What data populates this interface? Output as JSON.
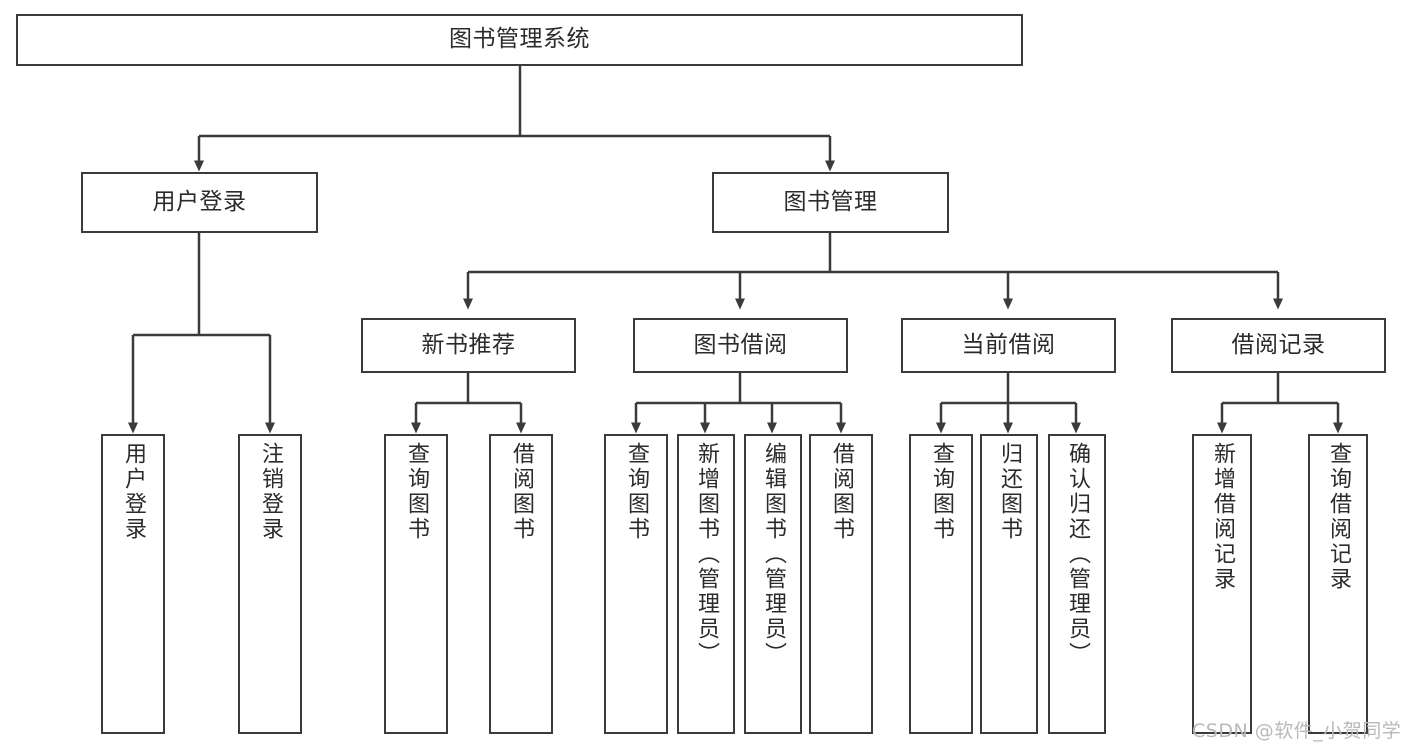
{
  "diagram": {
    "title": "图书管理系统",
    "type": "hierarchy-tree",
    "colors": {
      "box_border": "#3b3b3b",
      "box_fill": "#ffffff",
      "text": "#2b2b2b",
      "edge": "#3b3b3b",
      "watermark": "#b9b9b9",
      "background": "#ffffff"
    },
    "watermark": "CSDN @软件_小贺同学",
    "nodes": {
      "root": {
        "label": "图书管理系统",
        "level": 0
      },
      "level1": [
        {
          "id": "user-login",
          "label": "用户登录"
        },
        {
          "id": "book-manage",
          "label": "图书管理"
        }
      ],
      "level2": [
        {
          "id": "new-book-recommend",
          "label": "新书推荐",
          "parent": "book-manage"
        },
        {
          "id": "book-borrow",
          "label": "图书借阅",
          "parent": "book-manage"
        },
        {
          "id": "current-borrow",
          "label": "当前借阅",
          "parent": "book-manage"
        },
        {
          "id": "borrow-record",
          "label": "借阅记录",
          "parent": "book-manage"
        }
      ],
      "leaves": [
        {
          "id": "leaf-user-login",
          "label": "用户登录",
          "parent": "user-login"
        },
        {
          "id": "leaf-user-logout",
          "label": "注销登录",
          "parent": "user-login"
        },
        {
          "id": "leaf-query-book-1",
          "label": "查询图书",
          "parent": "new-book-recommend"
        },
        {
          "id": "leaf-borrow-book-1",
          "label": "借阅图书",
          "parent": "new-book-recommend"
        },
        {
          "id": "leaf-query-book-2",
          "label": "查询图书",
          "parent": "book-borrow"
        },
        {
          "id": "leaf-add-book",
          "label": "新增图书（管理员）",
          "parent": "book-borrow"
        },
        {
          "id": "leaf-edit-book",
          "label": "编辑图书（管理员）",
          "parent": "book-borrow"
        },
        {
          "id": "leaf-borrow-book-2",
          "label": "借阅图书",
          "parent": "book-borrow"
        },
        {
          "id": "leaf-query-book-3",
          "label": "查询图书",
          "parent": "current-borrow"
        },
        {
          "id": "leaf-return-book",
          "label": "归还图书",
          "parent": "current-borrow"
        },
        {
          "id": "leaf-confirm-return",
          "label": "确认归还（管理员）",
          "parent": "current-borrow"
        },
        {
          "id": "leaf-add-record",
          "label": "新增借阅记录",
          "parent": "borrow-record"
        },
        {
          "id": "leaf-query-record",
          "label": "查询借阅记录",
          "parent": "borrow-record"
        }
      ]
    }
  }
}
